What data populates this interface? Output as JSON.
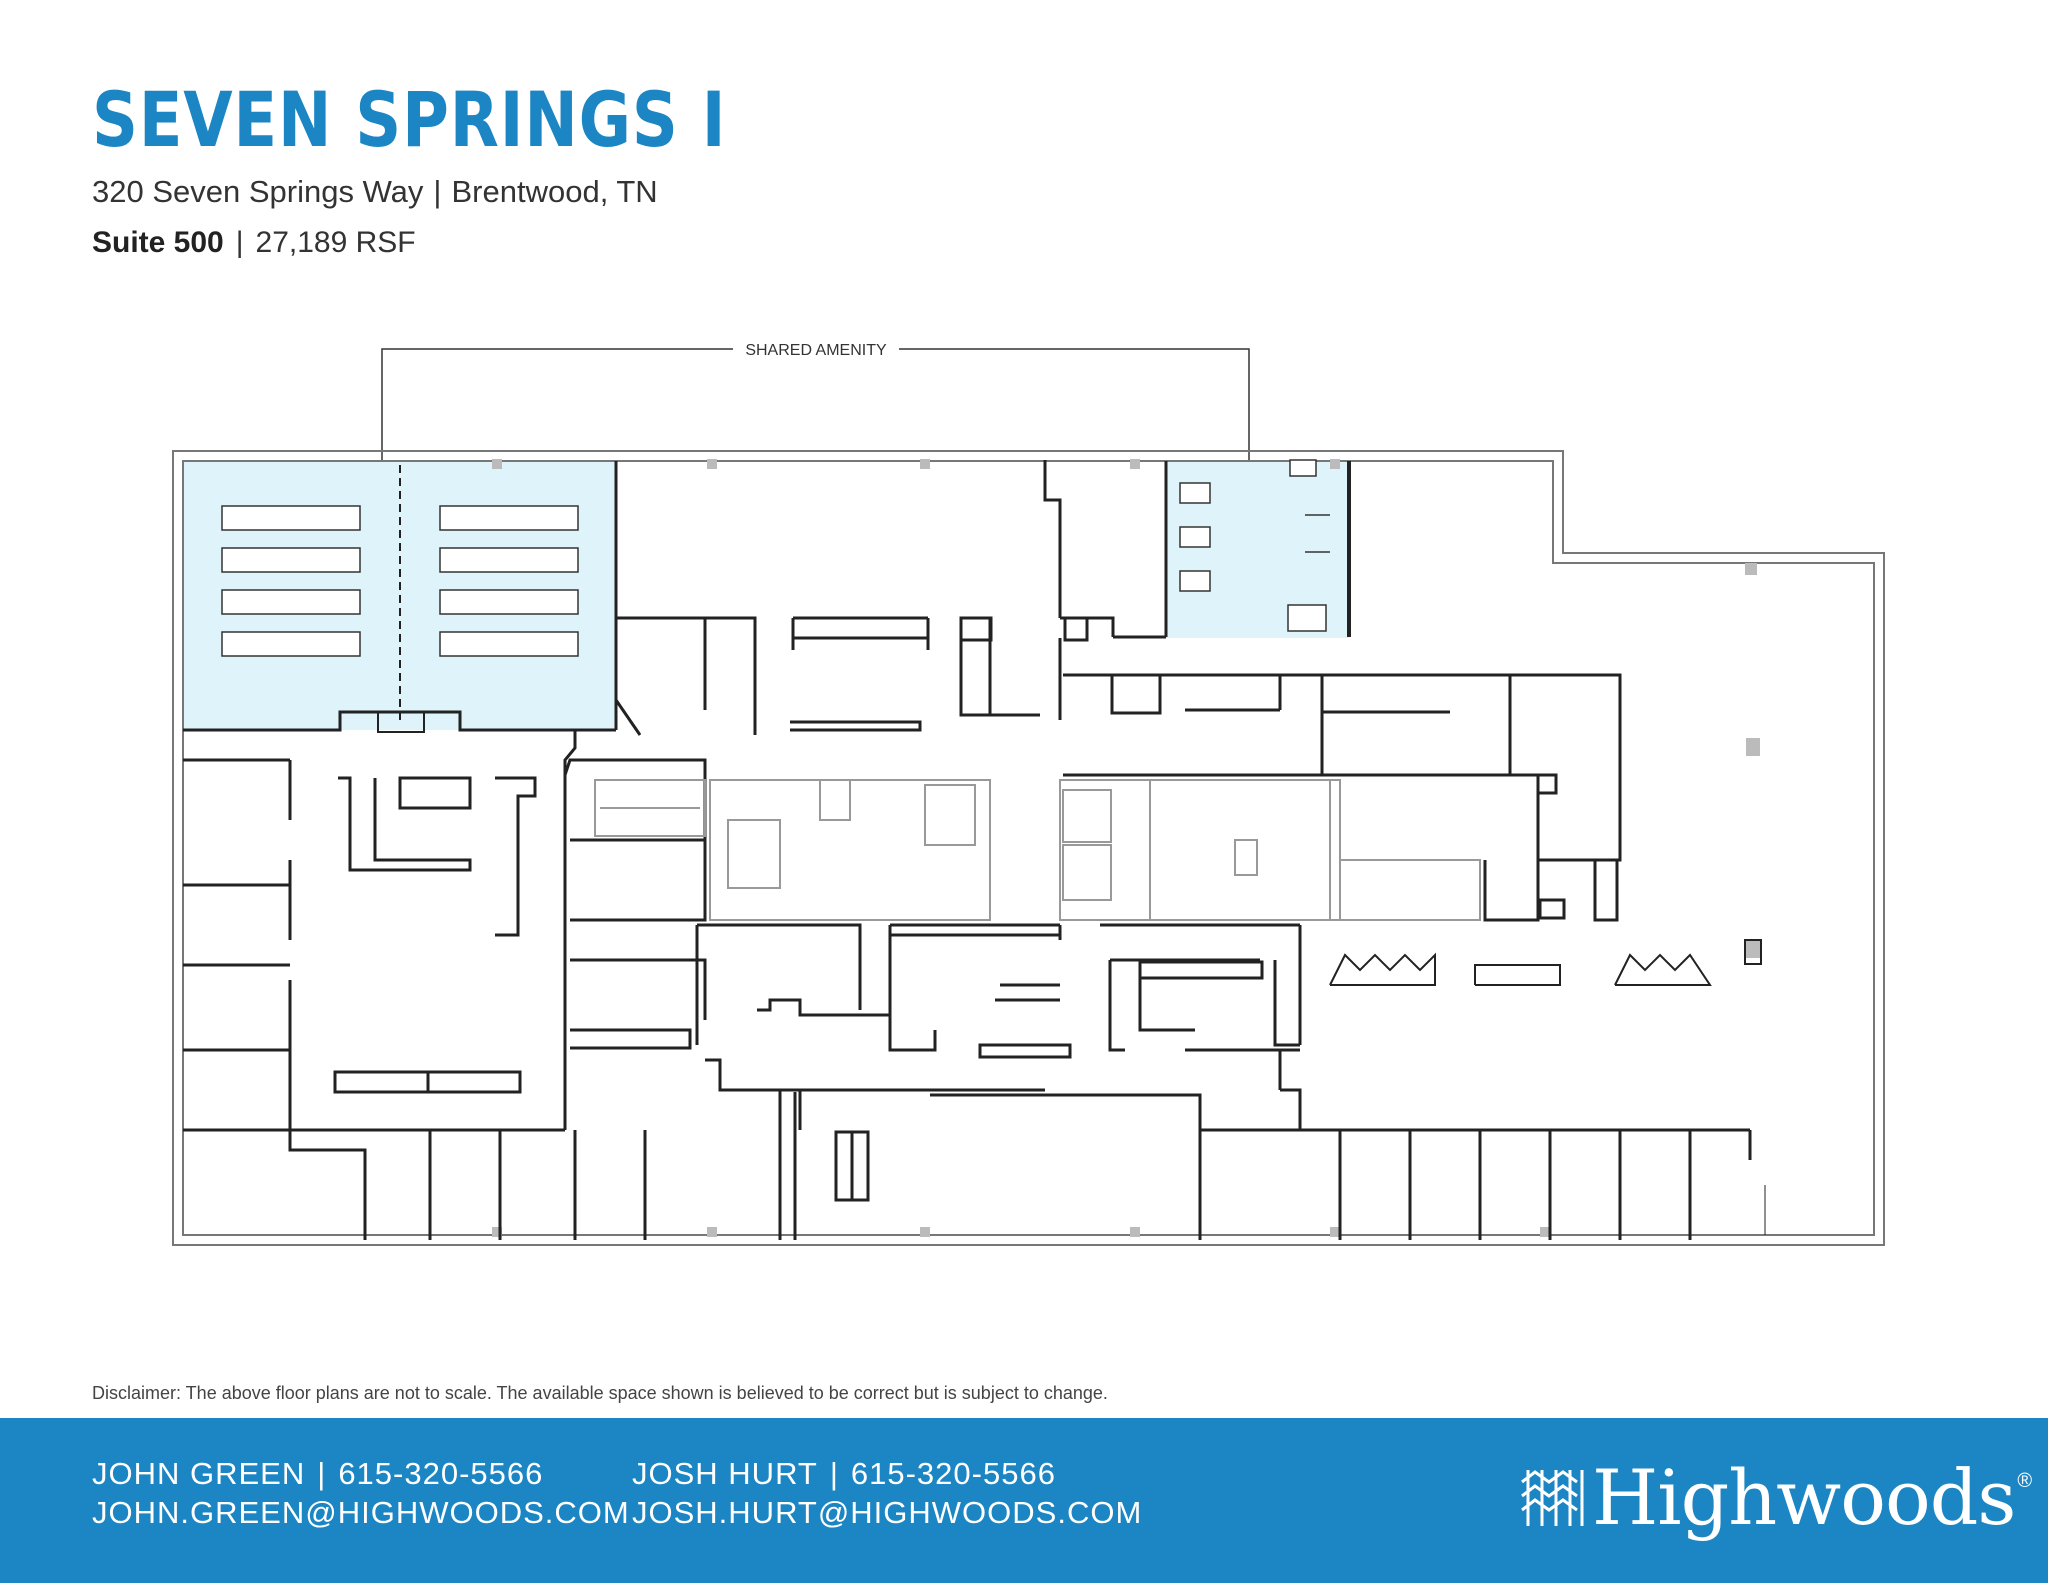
{
  "header": {
    "title": "SEVEN SPRINGS I",
    "address_street": "320 Seven Springs Way",
    "address_city": "Brentwood, TN",
    "suite_label": "Suite 500",
    "suite_area": "27,189 RSF"
  },
  "plan": {
    "amenity_label": "SHARED AMENITY",
    "amenity_color": "#dff4fa",
    "wall_color": "#222222"
  },
  "disclaimer": "Disclaimer: The above floor plans are not to scale. The available space shown is believed to be correct but is subject to change.",
  "contacts": [
    {
      "name": "JOHN GREEN",
      "phone": "615-320-5566",
      "email": "JOHN.GREEN@HIGHWOODS.COM"
    },
    {
      "name": "JOSH HURT",
      "phone": "615-320-5566",
      "email": "JOSH.HURT@HIGHWOODS.COM"
    }
  ],
  "footer": {
    "background_color": "#1b86c3",
    "logo_text": "Highwoods",
    "logo_mark": "®"
  }
}
